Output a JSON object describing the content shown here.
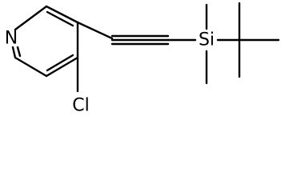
{
  "molecule": {
    "atoms": {
      "nitrogen": "N",
      "chlorine": "Cl",
      "silicon": "Si"
    }
  }
}
